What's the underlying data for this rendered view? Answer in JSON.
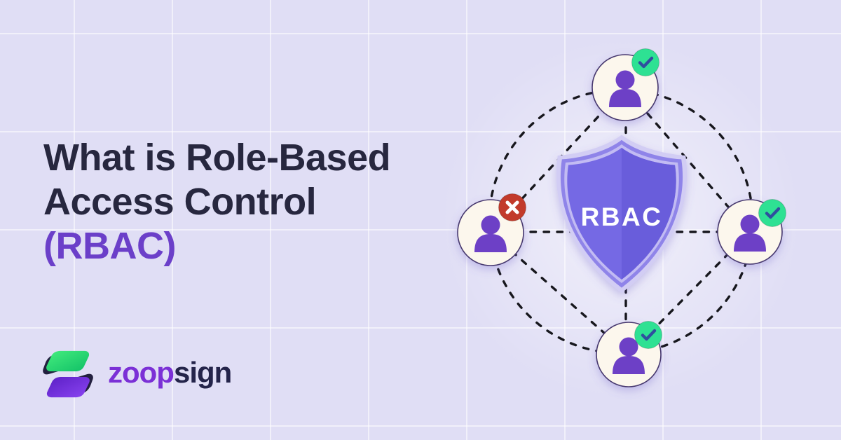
{
  "title": {
    "line1": "What is Role-Based",
    "line2": "Access Control",
    "line3": "(RBAC)",
    "text_color": "#27273F",
    "accent_color": "#6B3FC9"
  },
  "brand": {
    "wordmark_primary": "zoop",
    "wordmark_secondary": "sign",
    "primary_color": "#7B30D6",
    "secondary_color": "#24244A",
    "mark_green_start": "#45ED7E",
    "mark_green_end": "#0FBF66",
    "mark_purple_start": "#8B45F2",
    "mark_purple_end": "#5A1EC4",
    "mark_navy": "#23203F"
  },
  "diagram": {
    "shield_label": "RBAC",
    "colors": {
      "shield_body": "#7569E4",
      "shield_body_dark": "#695DDB",
      "shield_ring_light": "#C2BBF3",
      "shield_ring_mid": "#8F84E9",
      "shield_halo": "#D2CDF4",
      "avatar_fill": "#FCF7ED",
      "avatar_stroke": "#46396E",
      "user_icon": "#6D40C6",
      "line": "#17171D",
      "allowed": "#2EE193",
      "denied": "#C23A2B",
      "check": "#2F4F9E",
      "cross": "#FFFFFF"
    },
    "users": [
      {
        "position": "top",
        "status": "allowed"
      },
      {
        "position": "left",
        "status": "denied"
      },
      {
        "position": "right",
        "status": "allowed"
      },
      {
        "position": "bottom",
        "status": "allowed"
      }
    ]
  },
  "background": {
    "base": "#E0DEF5",
    "grid_line": "#FFFFFF"
  }
}
